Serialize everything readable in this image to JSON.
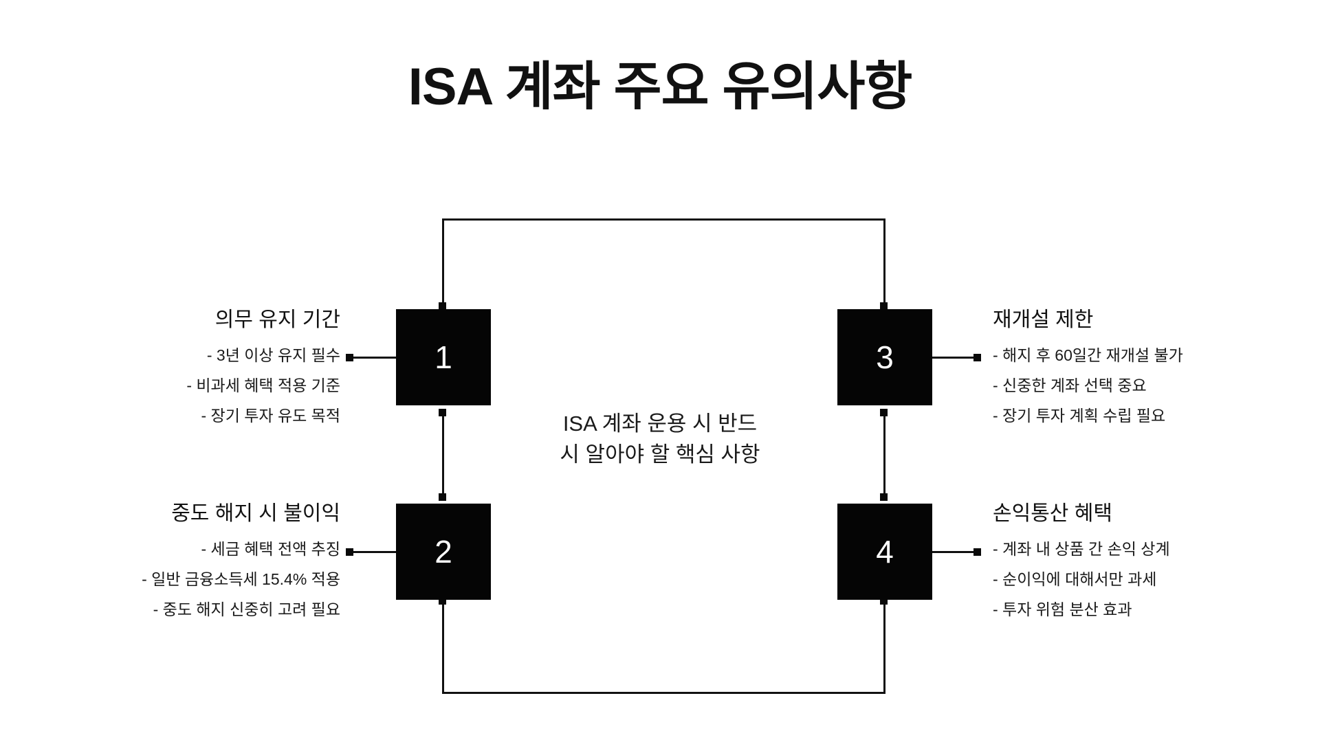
{
  "page": {
    "title": "ISA 계좌 주요 유의사항",
    "background_color": "#ffffff",
    "accent_color": "#050505",
    "text_color": "#1a1a1a"
  },
  "center": {
    "line1": "ISA 계좌 운용 시 반드",
    "line2": "시 알아야 할 핵심 사항"
  },
  "nodes": [
    {
      "number": "1",
      "side": "left",
      "title": "의무 유지 기간",
      "items": [
        "- 3년 이상 유지 필수",
        "- 비과세 혜택 적용 기준",
        "- 장기 투자 유도 목적"
      ]
    },
    {
      "number": "2",
      "side": "left",
      "title": "중도 해지 시 불이익",
      "items": [
        "- 세금 혜택 전액 추징",
        "- 일반 금융소득세 15.4% 적용",
        "- 중도 해지 신중히 고려 필요"
      ]
    },
    {
      "number": "3",
      "side": "right",
      "title": "재개설 제한",
      "items": [
        "- 해지 후 60일간 재개설 불가",
        "- 신중한 계좌 선택 중요",
        "- 장기 투자 계획 수립 필요"
      ]
    },
    {
      "number": "4",
      "side": "right",
      "title": "손익통산 혜택",
      "items": [
        "- 계좌 내 상품 간 손익 상계",
        "- 순이익에 대해서만 과세",
        "- 투자 위험 분산 효과"
      ]
    }
  ]
}
